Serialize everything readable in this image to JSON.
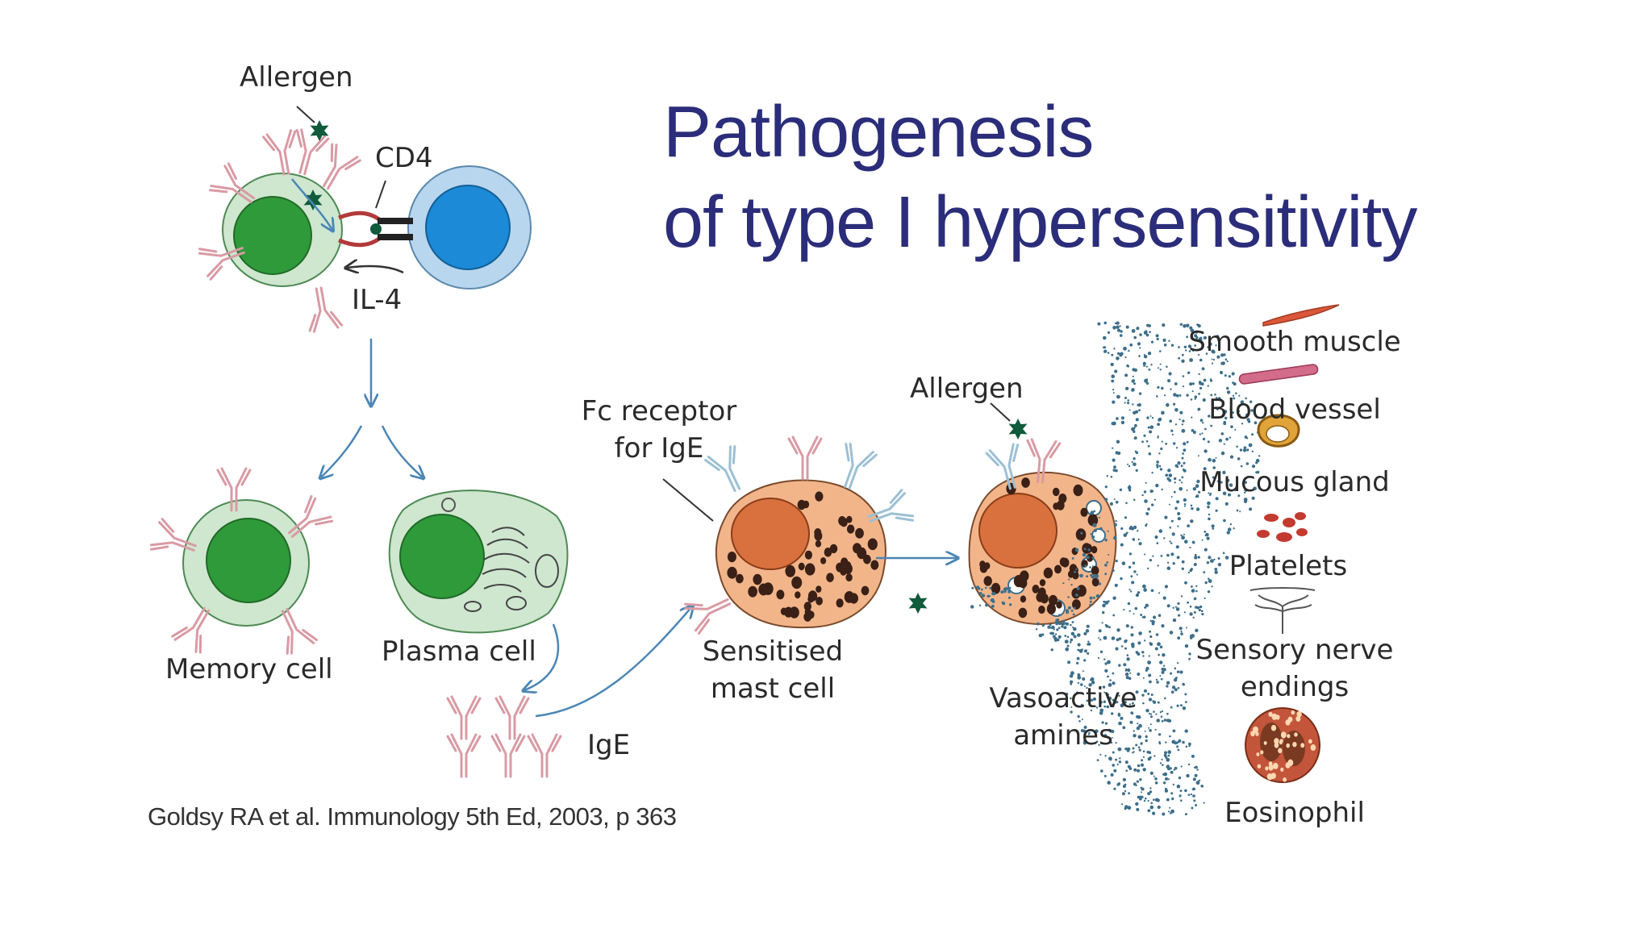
{
  "title_line1": "Pathogenesis",
  "title_line2": "of type I hypersensitivity",
  "labels": {
    "allergen_top": "Allergen",
    "cd4": "CD4",
    "il4": "IL-4",
    "memory_cell": "Memory cell",
    "plasma_cell": "Plasma cell",
    "ige": "IgE",
    "fc_receptor_line1": "Fc receptor",
    "fc_receptor_line2": "for IgE",
    "sensitised_line1": "Sensitised",
    "sensitised_line2": "mast cell",
    "allergen_right": "Allergen",
    "vasoactive_line1": "Vasoactive",
    "vasoactive_line2": "amines"
  },
  "targets": {
    "smooth_muscle": "Smooth muscle",
    "blood_vessel": "Blood vessel",
    "mucous_gland": "Mucous gland",
    "platelets": "Platelets",
    "sensory_line1": "Sensory nerve",
    "sensory_line2": "endings",
    "eosinophil": "Eosinophil"
  },
  "citation": "Goldsy RA et al.  Immunology 5th Ed, 2003, p 363",
  "colors": {
    "title": "#2b2d7a",
    "b_cell_cytoplasm": "#cfe6cf",
    "b_cell_nucleus": "#2f9a3a",
    "t_cell_cytoplasm": "#b8d6ee",
    "t_cell_nucleus": "#1c8ad6",
    "mast_cell": "#f2b58a",
    "mast_nucleus": "#d9713e",
    "granule": "#3a2016",
    "allergen": "#0f5b3c",
    "arrow": "#4b86b4",
    "antibody": "#d99aa4",
    "amines": "#3d6f8a"
  }
}
